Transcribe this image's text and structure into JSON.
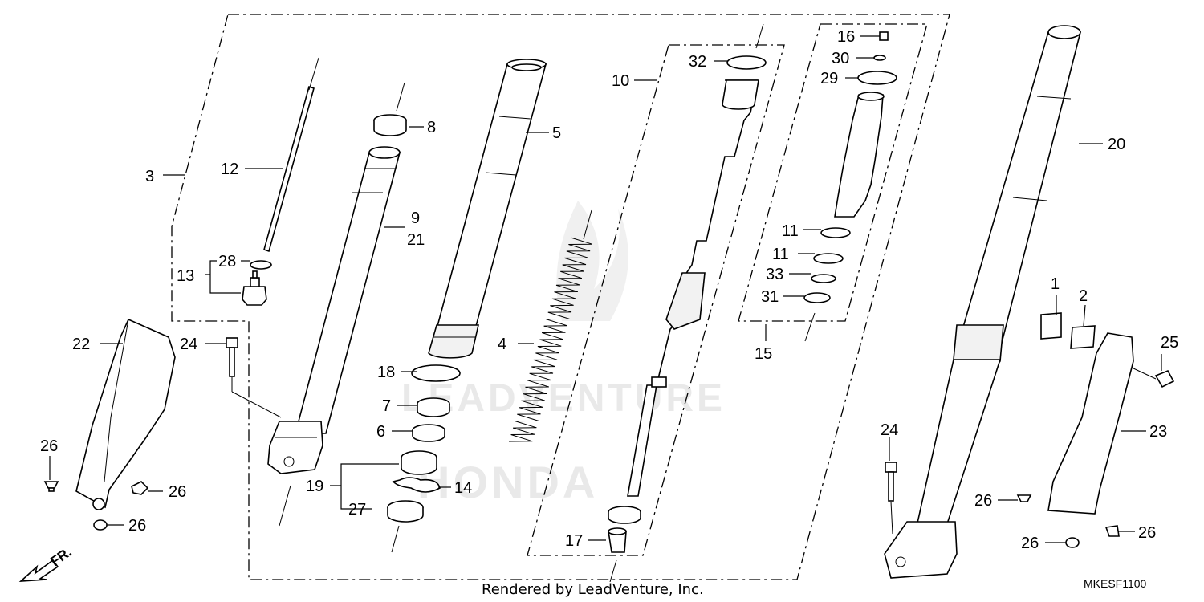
{
  "parts": {
    "p1": "1",
    "p2": "2",
    "p3": "3",
    "p4": "4",
    "p5": "5",
    "p6": "6",
    "p7": "7",
    "p8": "8",
    "p9": "9",
    "p10": "10",
    "p11a": "11",
    "p11b": "11",
    "p12": "12",
    "p13": "13",
    "p14": "14",
    "p15": "15",
    "p16": "16",
    "p17": "17",
    "p18": "18",
    "p19": "19",
    "p20": "20",
    "p21": "21",
    "p22": "22",
    "p23": "23",
    "p24a": "24",
    "p24b": "24",
    "p25": "25",
    "p26a": "26",
    "p26b": "26",
    "p26c": "26",
    "p26d": "26",
    "p26e": "26",
    "p26f": "26",
    "p27": "27",
    "p28": "28",
    "p29": "29",
    "p30": "30",
    "p31": "31",
    "p32": "32",
    "p33": "33"
  },
  "footer": {
    "rendered_by": "Rendered by LeadVenture, Inc.",
    "diagram_code": "MKESF1100"
  },
  "direction": {
    "label": "FR."
  },
  "watermark": {
    "brand": "LEADVENTURE",
    "make": "HONDA"
  },
  "colors": {
    "line": "#000000",
    "watermark": "#e9e9e9",
    "background": "#ffffff"
  }
}
